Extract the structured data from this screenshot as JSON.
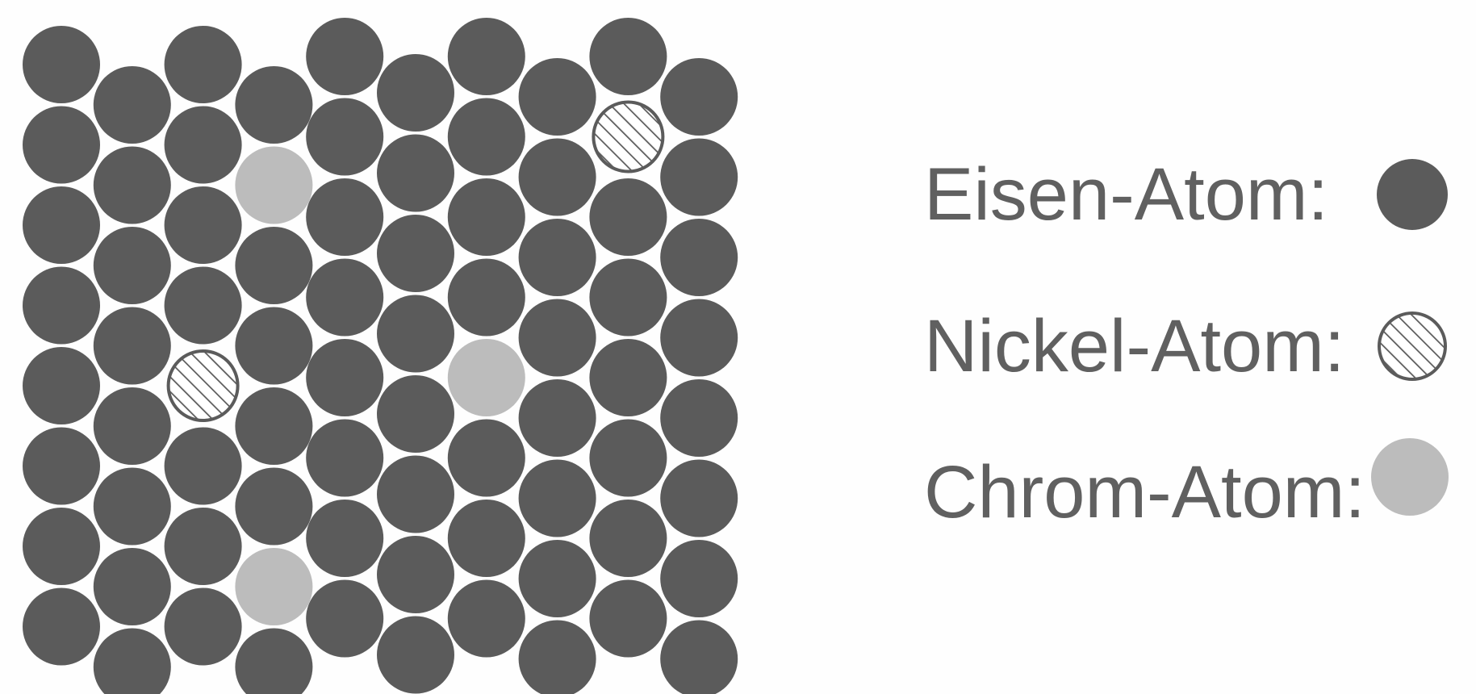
{
  "legend": {
    "iron_label": "Eisen-Atom:",
    "nickel_label": "Nickel-Atom:",
    "chrom_label": "Chrom-Atom:"
  },
  "colors": {
    "iron": "#5b5b5b",
    "chrom": "#bcbcbc",
    "nickel_fill": "#ffffff",
    "nickel_stroke": "#5b5b5b",
    "background": "#fefefe",
    "text": "#606060"
  },
  "lattice": {
    "rows": 8,
    "columns": 10,
    "special_atoms": [
      {
        "column": 3,
        "row": 1,
        "type": "chrom"
      },
      {
        "column": 3,
        "row": 6,
        "type": "chrom"
      },
      {
        "column": 6,
        "row": 4,
        "type": "chrom"
      },
      {
        "column": 2,
        "row": 4,
        "type": "nickel"
      },
      {
        "column": 8,
        "row": 1,
        "type": "nickel"
      }
    ]
  }
}
